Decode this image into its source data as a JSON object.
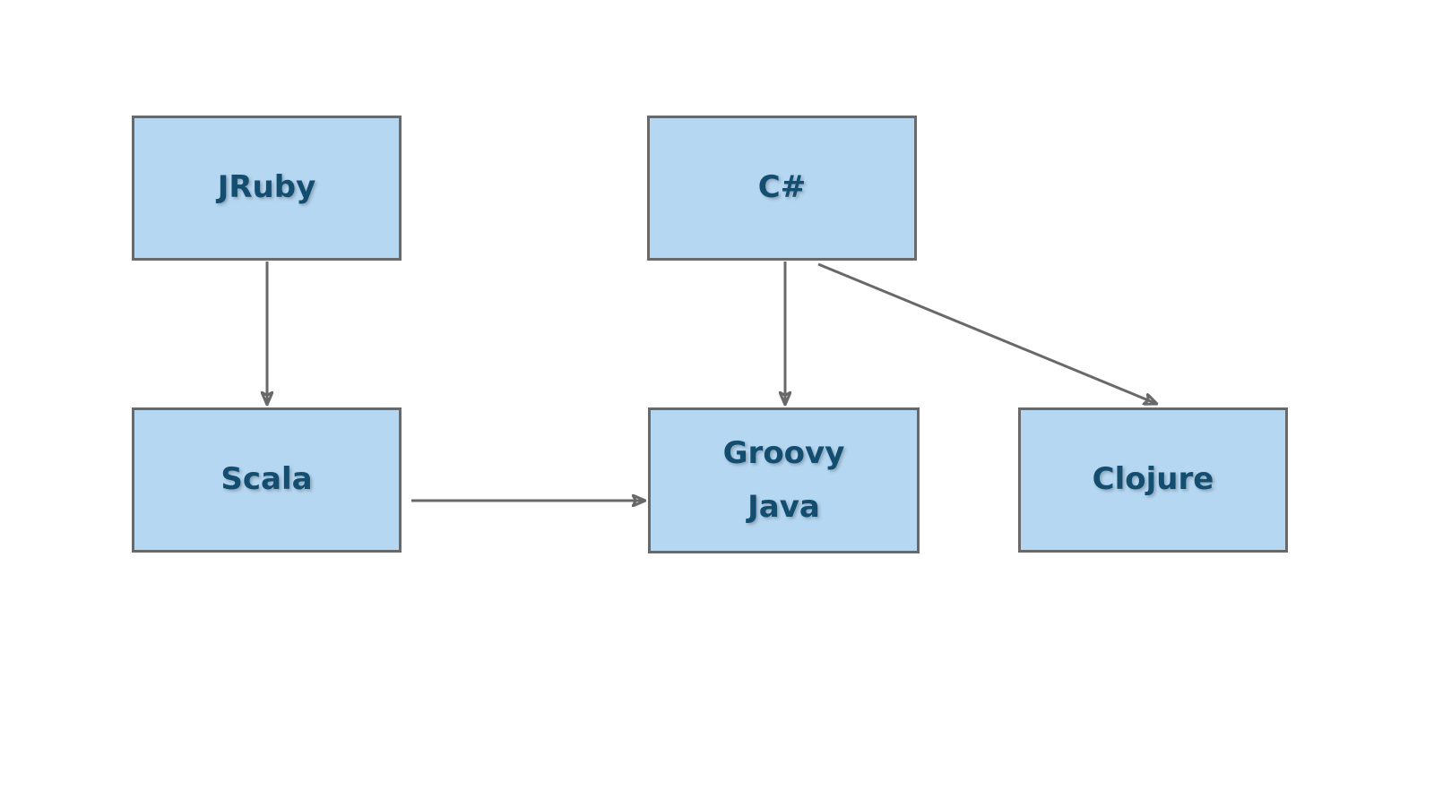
{
  "diagram": {
    "type": "flowchart",
    "description": "JVM language dependency diagram with five language nodes connected by arrows"
  },
  "colors": {
    "node_fill": "#B5D7F1",
    "node_border": "#696969",
    "node_text": "#134D70",
    "edge": "#696969",
    "background": "#FFFFFF"
  },
  "nodes": [
    {
      "id": "jruby",
      "lines": [
        "JRuby"
      ]
    },
    {
      "id": "csharp",
      "lines": [
        "C#"
      ]
    },
    {
      "id": "scala",
      "lines": [
        "Scala"
      ]
    },
    {
      "id": "groovy-java",
      "lines": [
        "Groovy",
        "Java"
      ]
    },
    {
      "id": "clojure",
      "lines": [
        "Clojure"
      ]
    }
  ],
  "edges": [
    {
      "from": "JRuby",
      "to": "Scala",
      "direction": "down"
    },
    {
      "from": "C#",
      "to": "Groovy/Java",
      "direction": "down"
    },
    {
      "from": "C#",
      "to": "Clojure",
      "direction": "diagonal-down-right"
    },
    {
      "from": "Scala",
      "to": "Groovy/Java",
      "direction": "right"
    }
  ]
}
